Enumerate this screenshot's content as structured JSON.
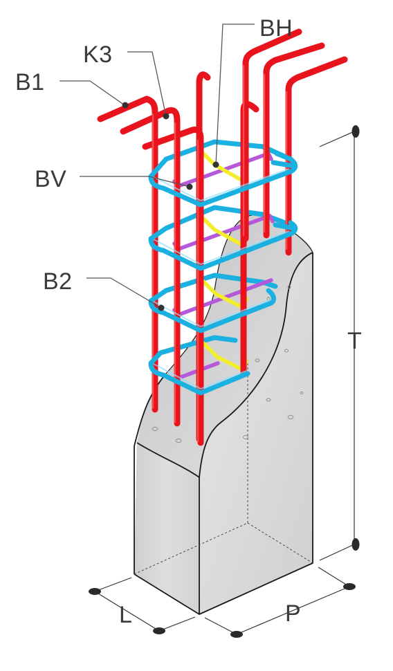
{
  "labels": {
    "b1": "B1",
    "k3": "K3",
    "bh": "BH",
    "bv": "BV",
    "b2": "B2",
    "t": "T",
    "l": "L",
    "p": "P"
  },
  "colors": {
    "longitudinal_rebar": "#e8131c",
    "stirrup": "#1ab0e0",
    "tie_horizontal": "#f2ee2a",
    "tie_vertical": "#b659d8",
    "concrete": "#d6d6d6",
    "label_text": "#3a3a3a"
  },
  "icons": {
    "marker": "leader-dot",
    "dimension_end": "ellipse-dot"
  }
}
